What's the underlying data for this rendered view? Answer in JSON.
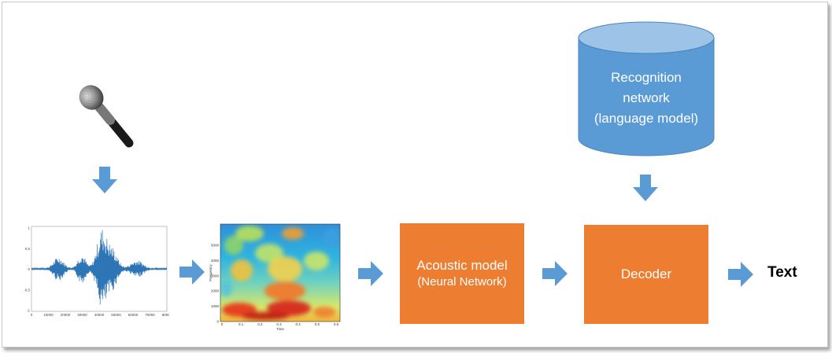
{
  "acoustic_model": {
    "line1": "Acoustic model",
    "line2": "(Neural Network)"
  },
  "decoder": {
    "label": "Decoder"
  },
  "recognition_network": {
    "line1": "Recognition",
    "line2": "network",
    "line3": "(language model)"
  },
  "output": {
    "label": "Text"
  },
  "waveform": {
    "y_ticks": [
      "1",
      "0.5",
      "0",
      "-0.5",
      "-1"
    ],
    "x_ticks": [
      "0",
      "10000",
      "20000",
      "30000",
      "40000",
      "50000",
      "60000",
      "70000",
      "80000"
    ]
  },
  "spectrogram": {
    "ylabel": "Frequency",
    "xlabel": "Time",
    "y_ticks": [
      "5000",
      "4000",
      "3000",
      "2000",
      "1000",
      "0"
    ],
    "x_ticks": [
      "0",
      "0.1",
      "0.2",
      "0.3",
      "0.4",
      "0.5",
      "0.6"
    ]
  },
  "colors": {
    "arrow": "#5b9bd5",
    "box": "#ed7d31",
    "cylinder": "#5b9bd5",
    "cylinder_top": "#9dc3e6",
    "waveform": "#2e75b6"
  },
  "icons": [
    "microphone-icon"
  ]
}
